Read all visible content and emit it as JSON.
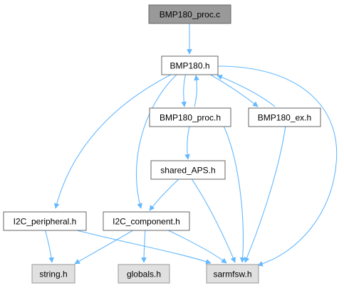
{
  "colors": {
    "edge": "#63b8ff",
    "node_border": "#666666",
    "node_fill": "#ffffff",
    "focus_fill": "#999999",
    "focus_border": "#666666",
    "system_fill": "#e0e0e0",
    "system_border": "#999999"
  },
  "nodes": {
    "bmp180_proc_c": {
      "label": "BMP180_proc.c",
      "kind": "focus"
    },
    "bmp180_h": {
      "label": "BMP180.h",
      "kind": "normal"
    },
    "bmp180_proc_h": {
      "label": "BMP180_proc.h",
      "kind": "normal"
    },
    "bmp180_ex_h": {
      "label": "BMP180_ex.h",
      "kind": "normal"
    },
    "shared_aps_h": {
      "label": "shared_APS.h",
      "kind": "normal"
    },
    "i2c_peripheral_h": {
      "label": "I2C_peripheral.h",
      "kind": "normal"
    },
    "i2c_component_h": {
      "label": "I2C_component.h",
      "kind": "normal"
    },
    "string_h": {
      "label": "string.h",
      "kind": "system"
    },
    "globals_h": {
      "label": "globals.h",
      "kind": "system"
    },
    "sarmfsw_h": {
      "label": "sarmfsw.h",
      "kind": "system"
    }
  },
  "edges": [
    {
      "from": "bmp180_proc_c",
      "to": "bmp180_h"
    },
    {
      "from": "bmp180_h",
      "to": "bmp180_proc_h"
    },
    {
      "from": "bmp180_h",
      "to": "bmp180_ex_h"
    },
    {
      "from": "bmp180_h",
      "to": "i2c_peripheral_h"
    },
    {
      "from": "bmp180_h",
      "to": "i2c_component_h"
    },
    {
      "from": "bmp180_h",
      "to": "sarmfsw_h"
    },
    {
      "from": "bmp180_proc_h",
      "to": "bmp180_h"
    },
    {
      "from": "bmp180_proc_h",
      "to": "shared_aps_h"
    },
    {
      "from": "bmp180_proc_h",
      "to": "sarmfsw_h"
    },
    {
      "from": "bmp180_ex_h",
      "to": "bmp180_h"
    },
    {
      "from": "bmp180_ex_h",
      "to": "sarmfsw_h"
    },
    {
      "from": "shared_aps_h",
      "to": "i2c_component_h"
    },
    {
      "from": "shared_aps_h",
      "to": "sarmfsw_h"
    },
    {
      "from": "i2c_peripheral_h",
      "to": "string_h"
    },
    {
      "from": "i2c_peripheral_h",
      "to": "sarmfsw_h"
    },
    {
      "from": "i2c_component_h",
      "to": "string_h"
    },
    {
      "from": "i2c_component_h",
      "to": "globals_h"
    },
    {
      "from": "i2c_component_h",
      "to": "sarmfsw_h"
    }
  ]
}
